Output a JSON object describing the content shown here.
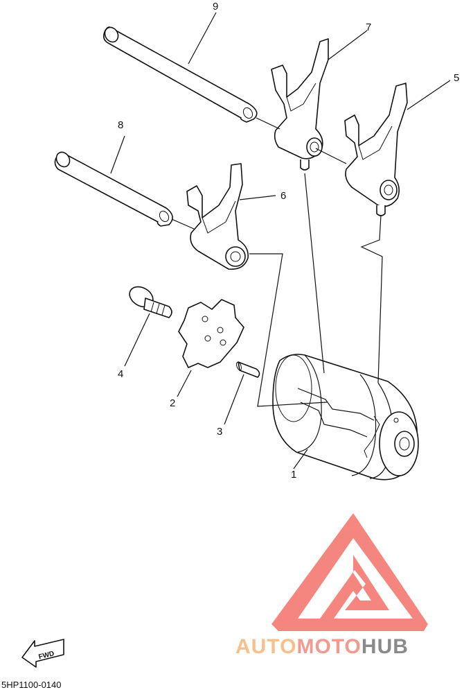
{
  "diagram": {
    "callouts": [
      {
        "id": "1",
        "label": "1"
      },
      {
        "id": "2",
        "label": "2"
      },
      {
        "id": "3",
        "label": "3"
      },
      {
        "id": "4",
        "label": "4"
      },
      {
        "id": "5",
        "label": "5"
      },
      {
        "id": "6",
        "label": "6"
      },
      {
        "id": "7",
        "label": "7"
      },
      {
        "id": "8",
        "label": "8"
      },
      {
        "id": "9",
        "label": "9"
      }
    ],
    "fwd_label": "FWD",
    "drawing_code": "5HP1100-0140"
  },
  "watermark": {
    "brand_part1": "AUTO",
    "brand_part2": "MOTO",
    "brand_part3": "HUB",
    "colors": {
      "logo_red": "#f47a72",
      "auto_orange": "#f7c08a",
      "moto_salmon": "#f29a8e",
      "hub_gray": "#8a8a8a"
    }
  }
}
